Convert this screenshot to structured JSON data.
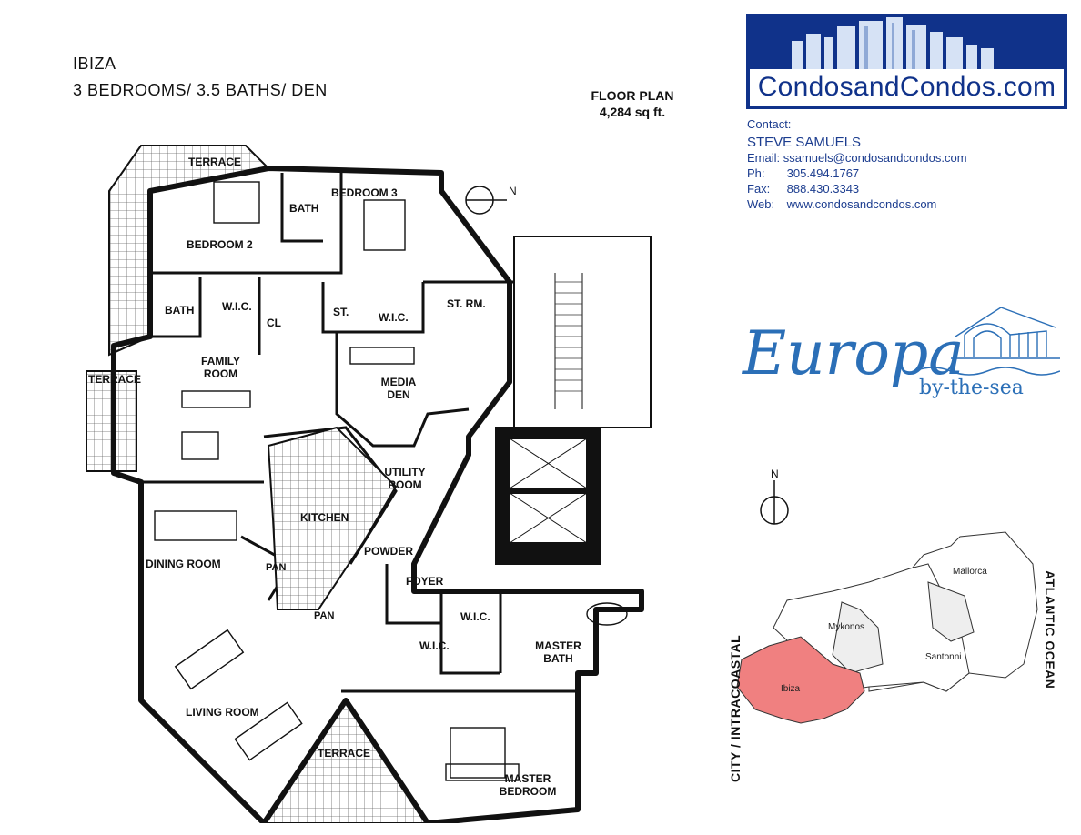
{
  "title": {
    "name": "IBIZA",
    "subtitle": "3 BEDROOMS/ 3.5 BATHS/ DEN"
  },
  "floor_plan": {
    "heading": "FLOOR PLAN",
    "area": "4,284 sq ft."
  },
  "logo": {
    "text": "CondosandCondos.com",
    "brand_color": "#10328a"
  },
  "contact": {
    "heading": "Contact:",
    "name": "STEVE SAMUELS",
    "email_label": "Email:",
    "email": "ssamuels@condosandcondos.com",
    "phone_label": "Ph:",
    "phone": "305.494.1767",
    "fax_label": "Fax:",
    "fax": "888.430.3343",
    "web_label": "Web:",
    "web": "www.condosandcondos.com",
    "text_color": "#1c3d8f"
  },
  "building_logo": {
    "name": "Europa",
    "tagline": "by-the-sea",
    "color": "#2b6fb7"
  },
  "compass_plan": {
    "label": "N",
    "icon": "compass-icon"
  },
  "compass_map": {
    "label": "N",
    "icon": "compass-icon"
  },
  "rooms": {
    "terrace_top": "TERRACE",
    "bedroom2": "BEDROOM 2",
    "bath_top": "BATH",
    "bedroom3": "BEDROOM 3",
    "bath_left": "BATH",
    "wic_left": "W.I.C.",
    "cl": "CL",
    "st": "ST.",
    "wic_mid": "W.I.C.",
    "st_rm": "ST. RM.",
    "family_room": "FAMILY ROOM",
    "terrace_left": "TERRACE",
    "media_den": "MEDIA DEN",
    "utility_room": "UTILITY ROOM",
    "kitchen": "KITCHEN",
    "powder": "POWDER",
    "dining_room": "DINING ROOM",
    "pan1": "PAN",
    "pan2": "PAN",
    "foyer": "FOYER",
    "wic_master1": "W.I.C.",
    "wic_master2": "W.I.C.",
    "master_bath": "MASTER BATH",
    "living_room": "LIVING ROOM",
    "terrace_bottom": "TERRACE",
    "master_bedroom": "MASTER BEDROOM"
  },
  "site_map": {
    "left_label": "CITY / INTRACOASTAL",
    "right_label": "ATLANTIC OCEAN",
    "units": [
      "Mallorca",
      "Mykonos",
      "Santonni",
      "Ibiza"
    ],
    "highlight_color": "#f08080"
  }
}
